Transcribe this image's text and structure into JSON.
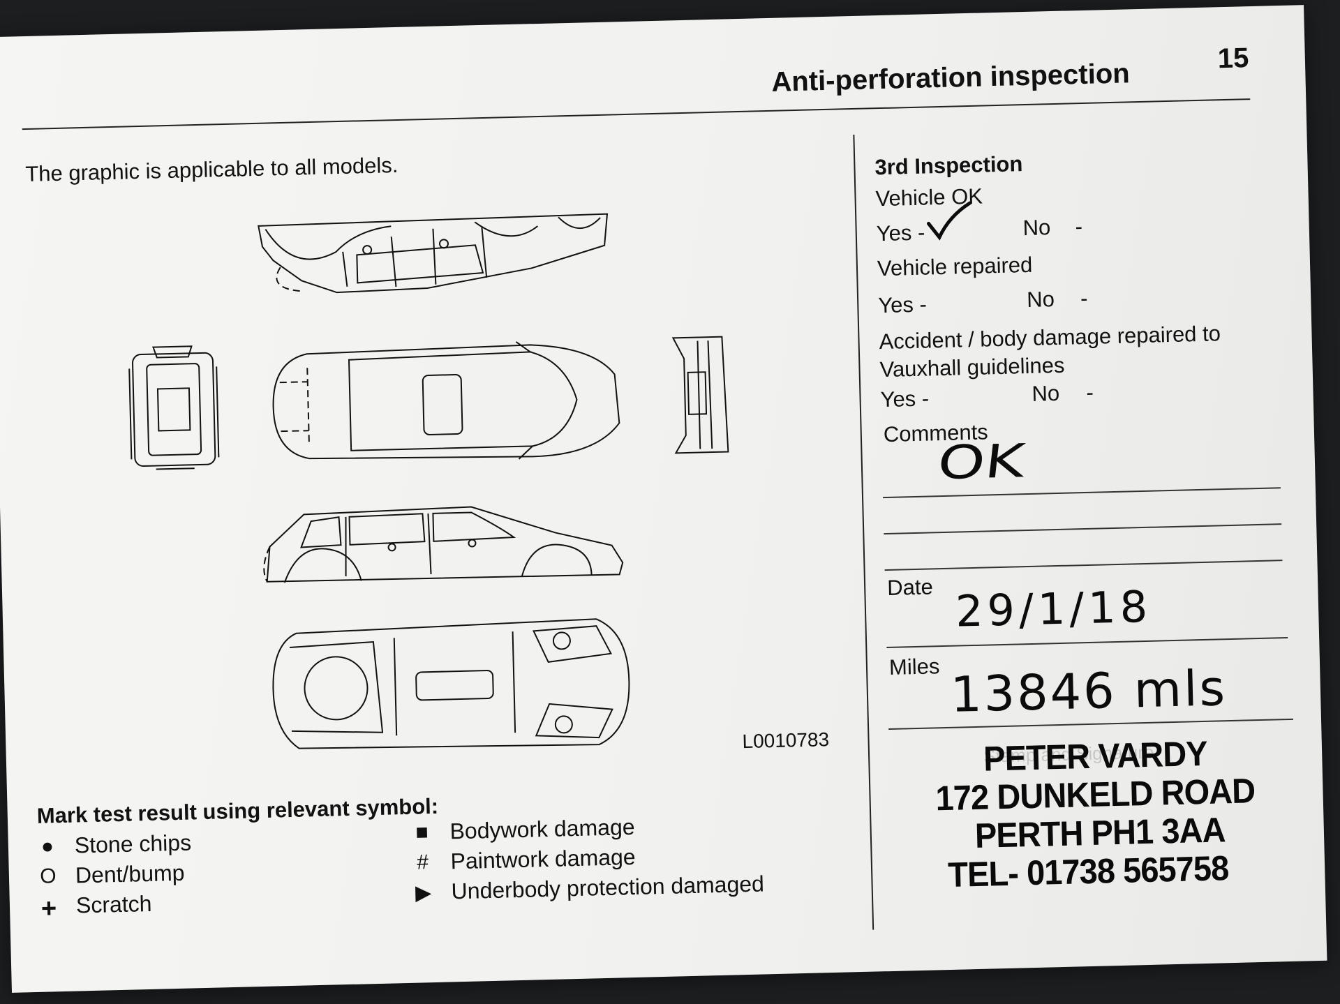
{
  "header": {
    "title": "Anti-perforation inspection",
    "page_number": "15"
  },
  "intro_text": "The graphic is applicable to all models.",
  "diagram_code": "L0010783",
  "inspection": {
    "heading": "3rd Inspection",
    "vehicle_ok": {
      "label": "Vehicle OK",
      "yes": "Yes -",
      "no": "No",
      "no_dash": "-",
      "marked": "yes"
    },
    "vehicle_repaired": {
      "label": "Vehicle repaired",
      "yes": "Yes -",
      "no": "No",
      "no_dash": "-"
    },
    "accident": {
      "label_line1": "Accident / body damage repaired to",
      "label_line2": "Vauxhall guidelines",
      "yes": "Yes -",
      "no": "No",
      "no_dash": "-"
    },
    "comments_label": "Comments",
    "comments_value": "OK",
    "date_label": "Date",
    "date_value": "29/1/18",
    "miles_label": "Miles",
    "miles_value": "13846 mls"
  },
  "legend": {
    "title": "Mark test result using relevant symbol:",
    "items": [
      {
        "symbol": "●",
        "label": "Stone chips"
      },
      {
        "symbol": "O",
        "label": "Dent/bump"
      },
      {
        "symbol": "+",
        "label": "Scratch"
      },
      {
        "symbol": "■",
        "label": "Bodywork damage"
      },
      {
        "symbol": "#",
        "label": "Paintwork damage"
      },
      {
        "symbol": "▶",
        "label": "Underbody protection damaged"
      }
    ]
  },
  "stamp": {
    "line1": "PETER VARDY",
    "line2": "172 DUNKELD ROAD",
    "line3": "PERTH PH1 3AA",
    "line4": "TEL- 01738 565758",
    "underlay": "Stamp and Signature"
  }
}
